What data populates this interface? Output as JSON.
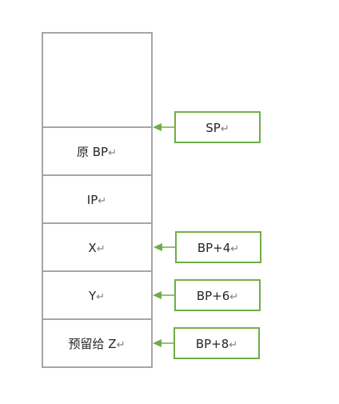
{
  "stack": {
    "cells": [
      {
        "text": ""
      },
      {
        "text": "原 BP"
      },
      {
        "text": "IP"
      },
      {
        "text": "X"
      },
      {
        "text": "Y"
      },
      {
        "text": "预留给 Z"
      }
    ]
  },
  "pointers": [
    {
      "text": "SP",
      "target": "top-of-原-BP"
    },
    {
      "text": "BP+4",
      "target": "X"
    },
    {
      "text": "BP+6",
      "target": "Y"
    },
    {
      "text": "BP+8",
      "target": "预留给 Z"
    }
  ],
  "colors": {
    "stack_border": "#a6a6a6",
    "pointer_box": "#70ad47",
    "text": "#262626"
  }
}
